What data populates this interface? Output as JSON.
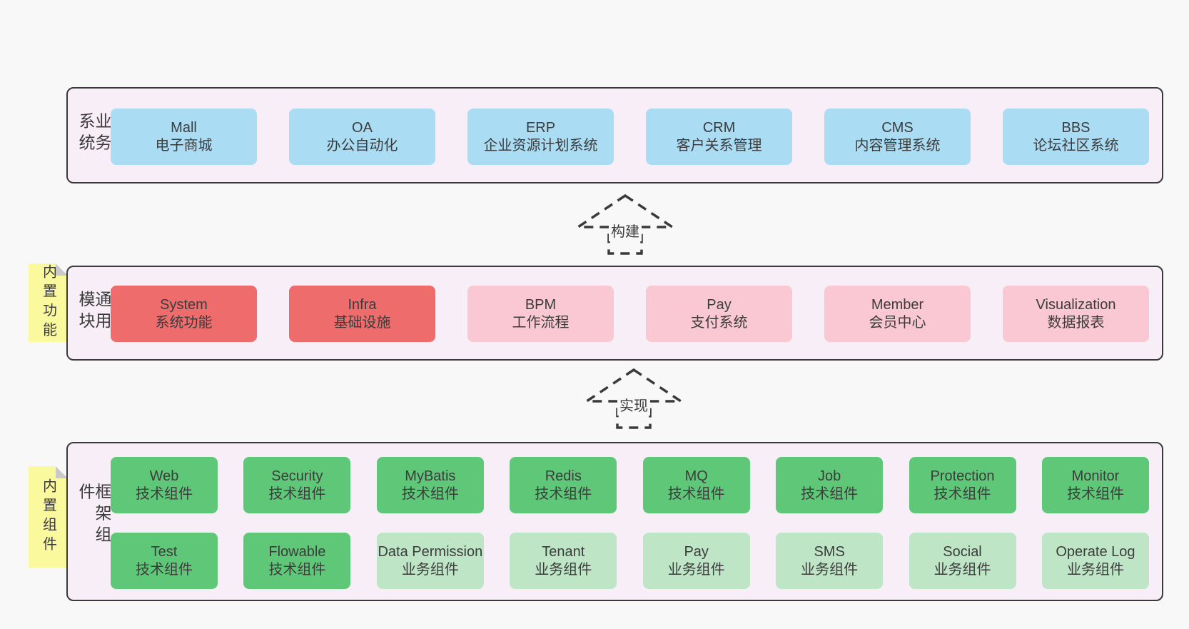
{
  "colors": {
    "bg": "#f8f8f8",
    "panel": "#f8eef7",
    "border": "#3a3a3a",
    "blue": "#aadcf4",
    "red": "#ef6c6d",
    "pink": "#fac8d2",
    "green": "#5ec878",
    "green-light": "#bde5c6",
    "note": "#fbf99d",
    "note-fold": "#c9c9c9",
    "text": "#3c3c3c"
  },
  "arrows": [
    {
      "label": "构建"
    },
    {
      "label": "实现"
    }
  ],
  "layers": [
    {
      "label": "业务系统",
      "boxes": [
        {
          "en": "Mall",
          "zh": "电子商城",
          "variant": "blue"
        },
        {
          "en": "OA",
          "zh": "办公自动化",
          "variant": "blue"
        },
        {
          "en": "ERP",
          "zh": "企业资源计划系统",
          "variant": "blue"
        },
        {
          "en": "CRM",
          "zh": "客户关系管理",
          "variant": "blue"
        },
        {
          "en": "CMS",
          "zh": "内容管理系统",
          "variant": "blue"
        },
        {
          "en": "BBS",
          "zh": "论坛社区系统",
          "variant": "blue"
        }
      ]
    },
    {
      "label": "通用模块",
      "note": "内置功能",
      "boxes": [
        {
          "en": "System",
          "zh": "系统功能",
          "variant": "red"
        },
        {
          "en": "Infra",
          "zh": "基础设施",
          "variant": "red"
        },
        {
          "en": "BPM",
          "zh": "工作流程",
          "variant": "pink"
        },
        {
          "en": "Pay",
          "zh": "支付系统",
          "variant": "pink"
        },
        {
          "en": "Member",
          "zh": "会员中心",
          "variant": "pink"
        },
        {
          "en": "Visualization",
          "zh": "数据报表",
          "variant": "pink"
        }
      ]
    },
    {
      "label": "框架组件",
      "note": "内置组件",
      "rows": [
        [
          {
            "en": "Web",
            "zh": "技术组件",
            "variant": "green"
          },
          {
            "en": "Security",
            "zh": "技术组件",
            "variant": "green"
          },
          {
            "en": "MyBatis",
            "zh": "技术组件",
            "variant": "green"
          },
          {
            "en": "Redis",
            "zh": "技术组件",
            "variant": "green"
          },
          {
            "en": "MQ",
            "zh": "技术组件",
            "variant": "green"
          },
          {
            "en": "Job",
            "zh": "技术组件",
            "variant": "green"
          },
          {
            "en": "Protection",
            "zh": "技术组件",
            "variant": "green"
          },
          {
            "en": "Monitor",
            "zh": "技术组件",
            "variant": "green"
          }
        ],
        [
          {
            "en": "Test",
            "zh": "技术组件",
            "variant": "green"
          },
          {
            "en": "Flowable",
            "zh": "技术组件",
            "variant": "green"
          },
          {
            "en": "Data Permission",
            "zh": "业务组件",
            "variant": "green-light"
          },
          {
            "en": "Tenant",
            "zh": "业务组件",
            "variant": "green-light"
          },
          {
            "en": "Pay",
            "zh": "业务组件",
            "variant": "green-light"
          },
          {
            "en": "SMS",
            "zh": "业务组件",
            "variant": "green-light"
          },
          {
            "en": "Social",
            "zh": "业务组件",
            "variant": "green-light"
          },
          {
            "en": "Operate Log",
            "zh": "业务组件",
            "variant": "green-light"
          }
        ]
      ]
    }
  ]
}
